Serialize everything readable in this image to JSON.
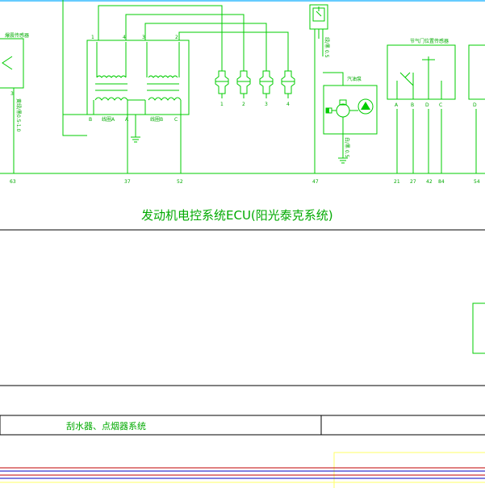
{
  "main_title": "发动机电控系统ECU(阳光泰克系统)",
  "section_label": "刮水器、点烟器系统",
  "pins": {
    "p63": "63",
    "p37": "37",
    "p52": "52",
    "p47": "47",
    "p21": "21",
    "p27": "27",
    "p42": "42",
    "p84": "84",
    "p54": "54"
  },
  "coil_pins": {
    "c1": "1",
    "c4": "4",
    "c3": "3",
    "c2": "2",
    "b": "B",
    "a": "A",
    "c": "C"
  },
  "plug_labels": [
    "1",
    "2",
    "3",
    "4"
  ],
  "sensor_pins": [
    "A",
    "B",
    "D",
    "C"
  ],
  "right_pin_d": "D",
  "left_pin_3": "3",
  "wire_label_left": "黄绿/黑0.5-1.0",
  "wire_label_relay": "绿/黑 0.5",
  "wire_label_pump": "白/黑 0.5",
  "label_left_component": "爆震传感器",
  "label_coil_a": "线圈A",
  "label_coil_b": "线圈B",
  "label_pump": "汽油泵",
  "label_sensor": "节气门位置传感器",
  "colors": {
    "wire": "#00cc00",
    "text": "#00aa00",
    "stripe_red": "#c00000",
    "stripe_blue": "#0000c0",
    "frame_yellow": "#ffff66"
  }
}
